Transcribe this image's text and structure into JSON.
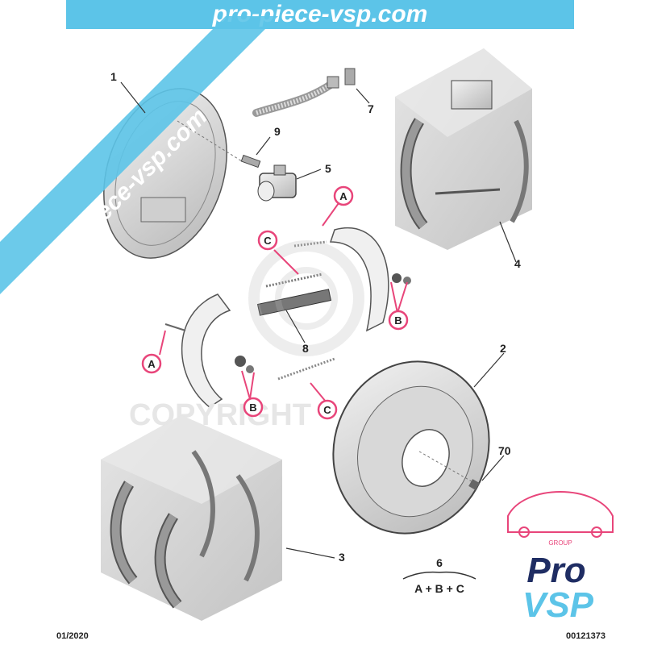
{
  "banner": {
    "text": "pro-piece-vsp.com",
    "color": "#5cc4e8"
  },
  "watermark": {
    "text": "pro-piece-vsp.com",
    "color": "#5cc4e8"
  },
  "copyright_text": "COPYRIGHT",
  "parts": [
    {
      "id": "1",
      "label": "1"
    },
    {
      "id": "2",
      "label": "2"
    },
    {
      "id": "3",
      "label": "3"
    },
    {
      "id": "4",
      "label": "4"
    },
    {
      "id": "5",
      "label": "5"
    },
    {
      "id": "7",
      "label": "7"
    },
    {
      "id": "8",
      "label": "8"
    },
    {
      "id": "9",
      "label": "9"
    },
    {
      "id": "70",
      "label": "70"
    }
  ],
  "callouts": [
    {
      "id": "A-top",
      "letter": "A"
    },
    {
      "id": "C-top",
      "letter": "C"
    },
    {
      "id": "B-right",
      "letter": "B"
    },
    {
      "id": "A-left",
      "letter": "A"
    },
    {
      "id": "B-left",
      "letter": "B"
    },
    {
      "id": "C-bottom",
      "letter": "C"
    }
  ],
  "kit": {
    "number": "6",
    "formula": "A + B + C"
  },
  "footer": {
    "date": "01/2020",
    "reference": "00121373"
  },
  "logo": {
    "group": "GROUP",
    "line1": "Pro",
    "line2": "VSP",
    "color_primary": "#1f2d63",
    "color_accent": "#e8457a"
  },
  "callout_color": "#e8457a"
}
